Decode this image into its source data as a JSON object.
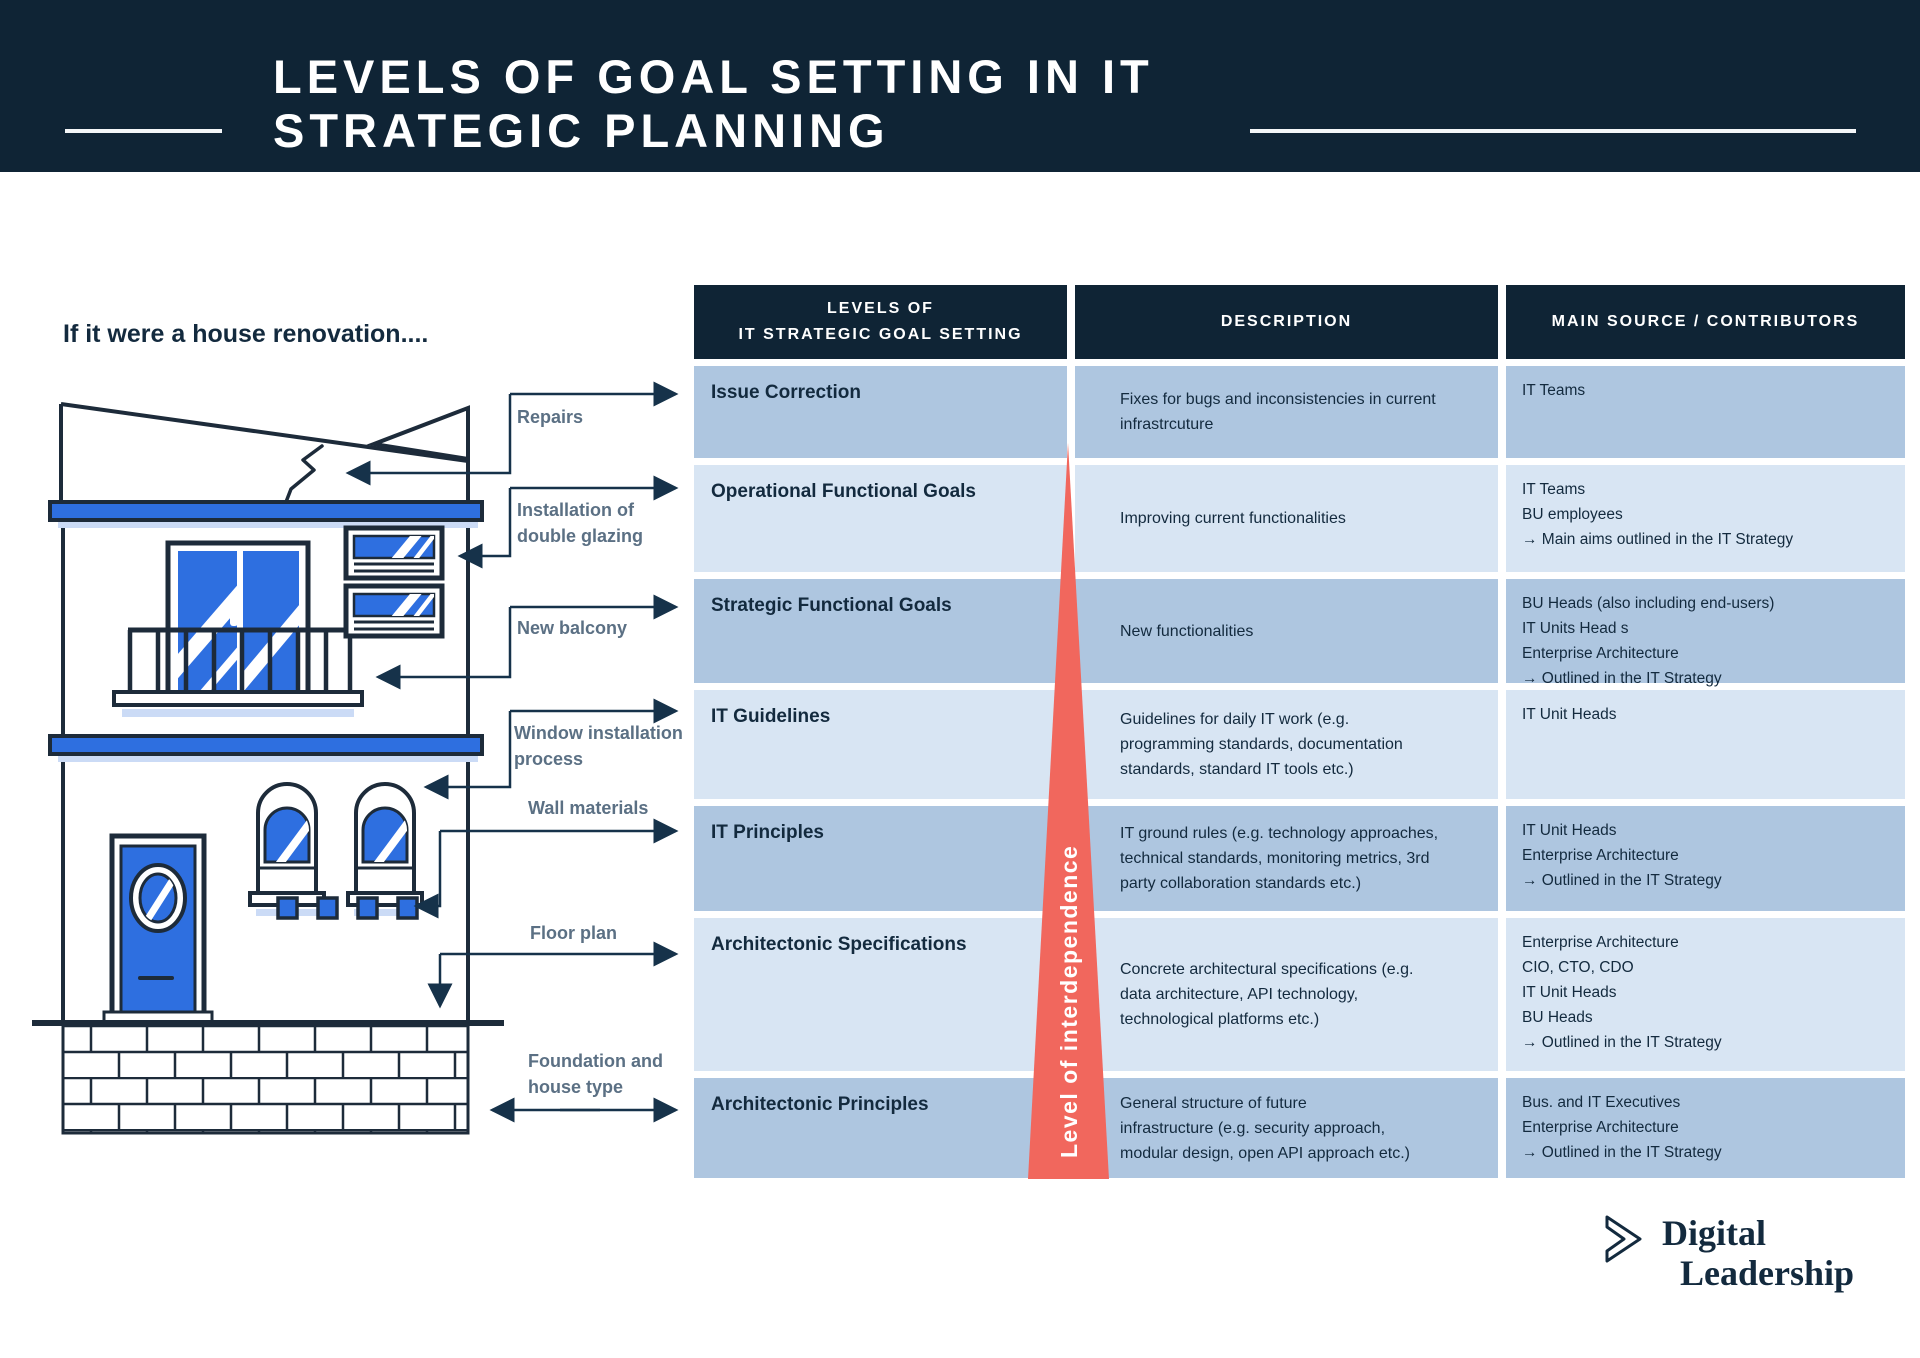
{
  "header": {
    "title": "LEVELS OF GOAL SETTING IN IT\nSTRATEGIC PLANNING"
  },
  "left_panel": {
    "caption": "If it were a house renovation....",
    "labels": [
      {
        "text": "Repairs"
      },
      {
        "text": "Installation of\ndouble glazing"
      },
      {
        "text": "New balcony"
      },
      {
        "text": "Window installation\nprocess"
      },
      {
        "text": "Wall materials"
      },
      {
        "text": "Floor plan"
      },
      {
        "text": "Foundation and\nhouse type"
      }
    ]
  },
  "table": {
    "columns": [
      "LEVELS OF\nIT STRATEGIC GOAL SETTING",
      "DESCRIPTION",
      "MAIN SOURCE /  CONTRIBUTORS"
    ],
    "rows": [
      {
        "level": "Issue Correction",
        "description": "Fixes for bugs and inconsistencies in current\ninfrastrcuture",
        "contributors": [
          "IT Teams"
        ]
      },
      {
        "level": "Operational Functional Goals",
        "description": "Improving current functionalities",
        "contributors": [
          "IT Teams",
          "BU employees",
          "→ Main aims outlined in the IT Strategy"
        ]
      },
      {
        "level": "Strategic Functional Goals",
        "description": "New functionalities",
        "contributors": [
          "BU Heads (also including end-users)",
          "IT Units Head s",
          "Enterprise Architecture",
          "→ Outlined in the IT Strategy"
        ]
      },
      {
        "level": "IT Guidelines",
        "description": "Guidelines for daily IT work (e.g.\n programming standards, documentation\nstandards, standard IT tools etc.)",
        "contributors": [
          "IT Unit Heads"
        ]
      },
      {
        "level": "IT Principles",
        "description": "IT ground rules (e.g. technology approaches,\ntechnical standards, monitoring metrics, 3rd\nparty collaboration standards etc.)",
        "contributors": [
          "IT Unit Heads",
          "Enterprise Architecture",
          "→ Outlined in the IT Strategy"
        ]
      },
      {
        "level": "Architectonic Specifications",
        "description": "Concrete architectural specifications (e.g.\ndata architecture, API technology,\ntechnological platforms etc.)",
        "contributors": [
          "Enterprise Architecture",
          "CIO, CTO, CDO",
          "IT Unit Heads",
          "BU Heads",
          "→ Outlined in the IT Strategy"
        ]
      },
      {
        "level": "Architectonic Principles",
        "description": "General structure of future\ninfrastructure (e.g. security approach,\nmodular design, open API approach etc.)",
        "contributors": [
          "Bus. and IT Executives",
          "Enterprise Architecture",
          "→ Outlined in the IT Strategy"
        ]
      }
    ]
  },
  "interdependence_label": "Level of interdependence",
  "logo": {
    "line1": "Digital",
    "line2": "Leadership"
  },
  "colors": {
    "header_navy": "#0f2435",
    "row_dark": "#aec6e0",
    "row_light": "#d8e5f3",
    "triangle_red": "#f1675d",
    "house_blue": "#2e6fe0",
    "shadow_blue": "#cbdbf6",
    "line_dark": "#1d2b3a",
    "label_gray": "#5b7084",
    "ink": "#132a3e"
  }
}
